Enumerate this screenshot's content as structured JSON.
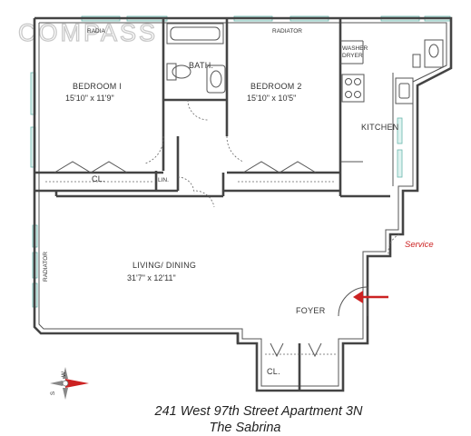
{
  "watermark": "COMPASS",
  "rooms": {
    "bedroom1": {
      "name": "BEDROOM I",
      "dims": "15'10\" x 11'9\""
    },
    "bedroom2": {
      "name": "BEDROOM 2",
      "dims": "15'10\" x 10'5\""
    },
    "bath": {
      "name": "BATH."
    },
    "kitchen": {
      "name": "KITCHEN"
    },
    "living": {
      "name": "LIVING/ DINING",
      "dims": "31'7\" x 12'11\""
    },
    "foyer": {
      "name": "FOYER"
    },
    "closet1": {
      "name": "CL."
    },
    "closet2": {
      "name": "CL."
    },
    "linen": {
      "name": "LIN."
    }
  },
  "fixtures": {
    "radiator_top": "RADIATOR",
    "radiator_left": "RADIATOR",
    "radiator_small": "RADIA",
    "washer": "WASHER",
    "dryer": "DRYER"
  },
  "service": "Service",
  "compass": {
    "w": "W",
    "s": "S"
  },
  "caption": {
    "line1": "241 West 97th Street Apartment 3N",
    "line2": "The Sabrina"
  },
  "colors": {
    "entry_arrow": "#cc2222",
    "window": "#6ab7ad",
    "wall": "#444444"
  }
}
